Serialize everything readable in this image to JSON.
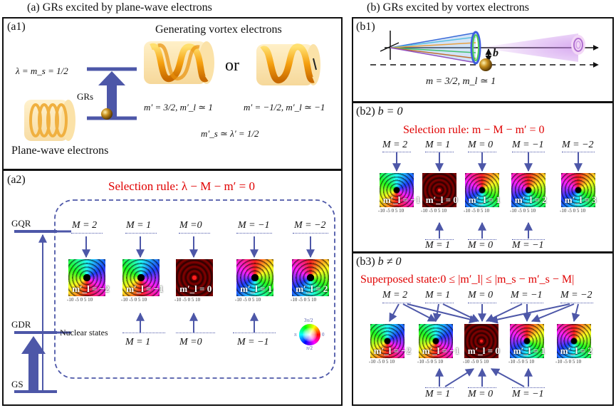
{
  "headers": {
    "left": "(a) GRs excited by plane-wave electrons",
    "right": "(b) GRs excited by vortex electrons"
  },
  "a1": {
    "tag": "(a1)",
    "generating": "Generating vortex electrons",
    "or": "or",
    "lambda_eq": "λ = m_s = 1/2",
    "grs": "GRs",
    "plane_wave": "Plane-wave electrons",
    "vortex1": "m′ = 3/2, m′_l ≃ 1",
    "vortex2": "m′ = −1/2, m′_l ≃ −1",
    "ms_eq": "m′_s ≃ λ′ = 1/2"
  },
  "a2": {
    "tag": "(a2)",
    "rule": "Selection rule: λ − M − m′ = 0",
    "levels": [
      "GQR",
      "GDR",
      "GS"
    ],
    "nuclear_states": "Nuclear states",
    "top_M": [
      "M = 2",
      "M = 1",
      "M =0",
      "M = −1",
      "M = −2"
    ],
    "bottom_M": [
      "M = 1",
      "M =0",
      "M = −1"
    ],
    "ml": [
      "m′_l = −2",
      "m′_l = −1",
      "m′_l = 0",
      "m′_l = 1",
      "m′_l = 2"
    ],
    "colorwheel": [
      "3π/2",
      "π",
      "0",
      "π/2"
    ]
  },
  "b1": {
    "tag": "(b1)",
    "b": "b",
    "eq": "m = 3/2, m_l ≃ 1"
  },
  "b2": {
    "tag": "(b2)",
    "cond": "b = 0",
    "rule": "Selection rule: m − M − m′ = 0",
    "top_M": [
      "M = 2",
      "M = 1",
      "M = 0",
      "M = −1",
      "M = −2"
    ],
    "ml": [
      "m′_l = −1",
      "m′_l = 0",
      "m′_l = 1",
      "m′_l = 2",
      "m′_l = 3"
    ],
    "bottom_M": [
      "M = 1",
      "M = 0",
      "M = −1"
    ]
  },
  "b3": {
    "tag": "(b3)",
    "cond": "b ≠ 0",
    "rule": "Superposed state:0 ≤ |m′_l| ≤ |m_s − m′_s − M|",
    "top_M": [
      "M = 2",
      "M = 1",
      "M = 0",
      "M = −1",
      "M = −2"
    ],
    "ml": [
      "m′_l = −2",
      "m′_l = −1",
      "m′_l = 0",
      "m′_l = 1",
      "m′_l = 2"
    ],
    "bottom_M": [
      "M = 1",
      "M = 0",
      "M = −1"
    ]
  },
  "axis_ticks": "-10 -5  0  5  10",
  "colors": {
    "arrow": "#4d57a8",
    "rule": "#e00000",
    "frame": "#111111"
  }
}
